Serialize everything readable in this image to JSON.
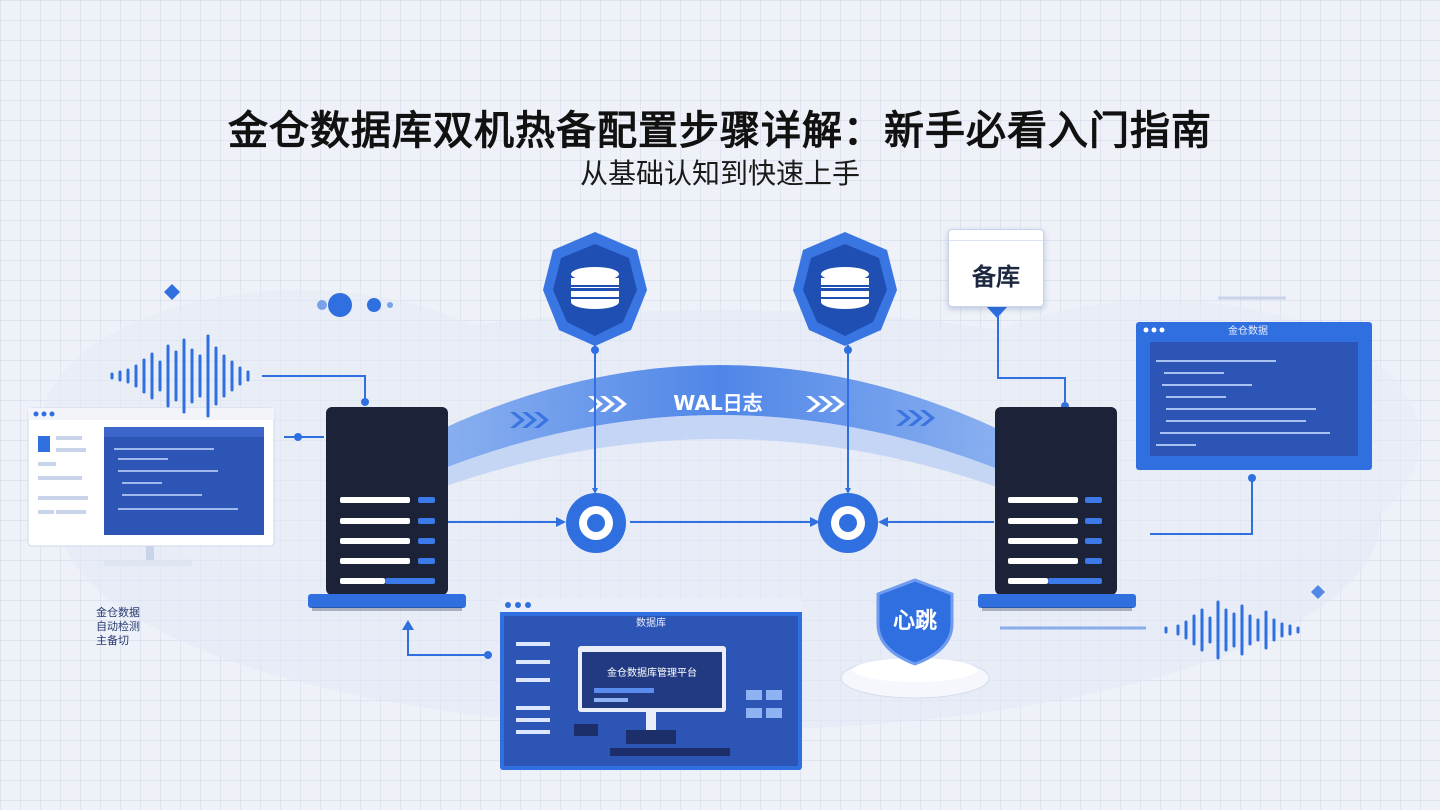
{
  "title": "金仓数据库双机热备配置步骤详解：新手必看入门指南",
  "subtitle": "从基础认知到快速上手",
  "diagram": {
    "channel_label": "WAL日志",
    "standby_tag": "备库",
    "right_panel_caption": "金仓数据",
    "bottom_panel_caption": "数据库",
    "bottom_panel_inner_caption": "金仓数据库管理平台",
    "shield_text": "心跳",
    "left_note": [
      "金仓数据",
      "自动检测",
      "主备切"
    ],
    "colors": {
      "primary": "#2f6fe0",
      "dark_server": "#1c2238",
      "light_blue": "#8fb3f2",
      "panel": "#2c55b5"
    }
  }
}
